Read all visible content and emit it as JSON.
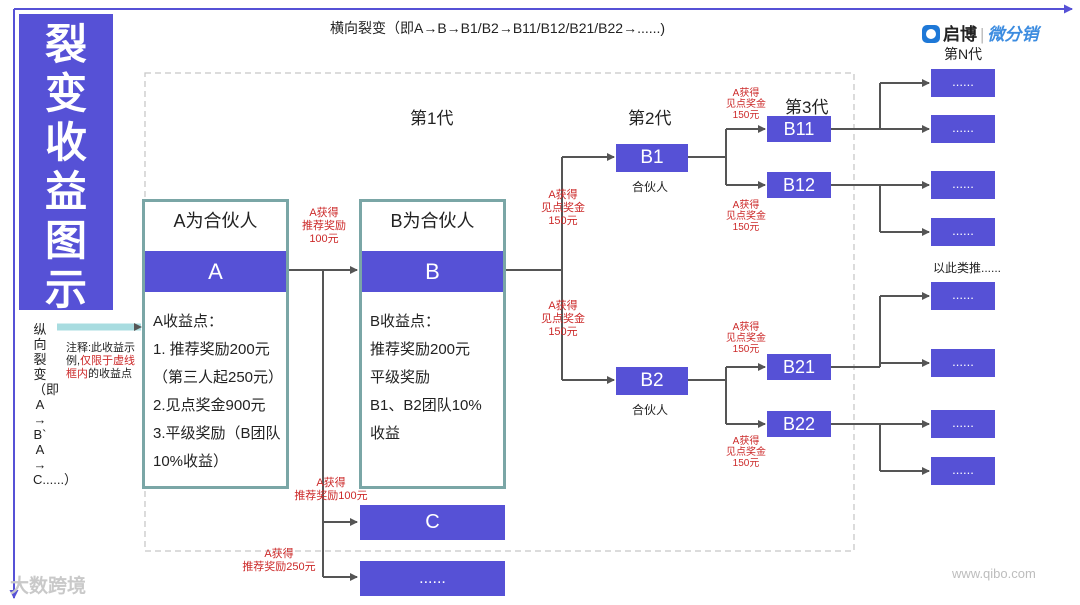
{
  "title": "裂变收益图示",
  "horizontal_label": "横向裂变（即A→B→B1/B2→B11/B12/B21/B22→......)",
  "vertical_label": "纵向裂变（即A→B`A→C......）",
  "brand": {
    "name": "启博",
    "sub": "微分销"
  },
  "generations": {
    "gen1": "第1代",
    "gen2": "第2代",
    "gen3": "第3代",
    "genN": "第N代"
  },
  "note": {
    "prefix": "注释:此收益示例,",
    "highlight": "仅限于虚线框内",
    "suffix": "的收益点"
  },
  "box_a": {
    "head": "A为合伙人",
    "bar": "A",
    "lines": [
      "A收益点：",
      "1. 推荐奖励200元",
      "（第三人起250元）",
      "2.见点奖金900元",
      "3.平级奖励（B团队",
      "10%收益）"
    ]
  },
  "box_b": {
    "head": "B为合伙人",
    "bar": "B",
    "lines": [
      "B收益点：",
      "推荐奖励200元",
      "平级奖励",
      "B1、B2团队10%",
      "收益"
    ]
  },
  "nodes": {
    "b1": "B1",
    "b2": "B2",
    "b11": "B11",
    "b12": "B12",
    "b21": "B21",
    "b22": "B22",
    "c": "C",
    "more": "......"
  },
  "partner": "合伙人",
  "leaf": "......",
  "etc": "以此类推......",
  "rewards": {
    "ab": [
      "A获得",
      "推荐奖励",
      "100元"
    ],
    "b1": [
      "A获得",
      "见点奖金",
      "150元"
    ],
    "b2": [
      "A获得",
      "见点奖金",
      "150元"
    ],
    "b11": [
      "A获得",
      "见点奖金",
      "150元"
    ],
    "b12": [
      "A获得",
      "见点奖金",
      "150元"
    ],
    "b21": [
      "A获得",
      "见点奖金",
      "150元"
    ],
    "b22": [
      "A获得",
      "见点奖金",
      "150元"
    ],
    "c": [
      "A获得",
      "推荐奖励100元"
    ],
    "more": [
      "A获得",
      "推荐奖励250元"
    ]
  },
  "watermark_left": "大数跨境",
  "watermark_right": "www.qibo.com",
  "colors": {
    "node": "#5651d6",
    "box_border": "#7aa6a6",
    "reward": "#cc2a2a",
    "connector": "#555555",
    "axis": "#5651d6"
  }
}
